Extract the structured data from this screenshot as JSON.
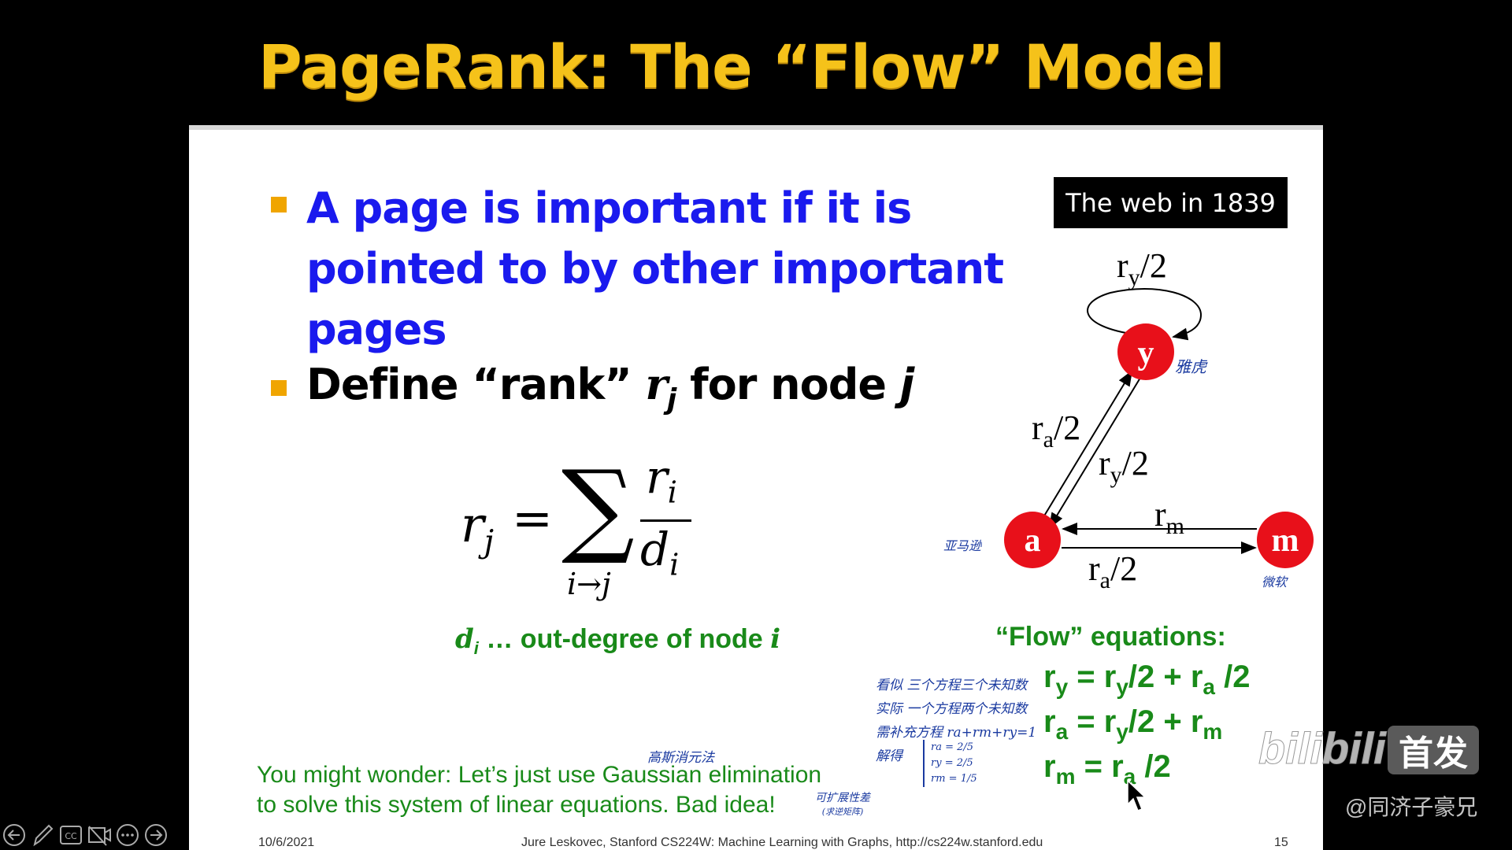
{
  "slide": {
    "title": "PageRank: The “Flow” Model",
    "bullets": [
      {
        "lines": [
          "A page is important if it is",
          "pointed to by other important",
          "pages"
        ]
      },
      {
        "prefix": "Define “rank” ",
        "var": "r",
        "sub": "j",
        "mid": " for node ",
        "var2": "j"
      }
    ],
    "formula": {
      "lhs": "r",
      "lhs_sub": "j",
      "sum_sub": "i→j",
      "num": "r",
      "num_sub": "i",
      "den": "d",
      "den_sub": "i"
    },
    "degree_note": {
      "var": "d",
      "sub": "i",
      "text": " … out-degree of node ",
      "var2": "i"
    },
    "web_box": "The web in 1839",
    "graph": {
      "nodes": [
        {
          "id": "y",
          "note": "雅虎"
        },
        {
          "id": "a",
          "note": "亚马逊"
        },
        {
          "id": "m",
          "note": "微软"
        }
      ],
      "edge_labels": {
        "self_y": [
          "r",
          "y",
          "/2"
        ],
        "a_to_y": [
          "r",
          "a",
          "/2"
        ],
        "y_to_a": [
          "r",
          "y",
          "/2"
        ],
        "m_to_a": [
          "r",
          "m",
          ""
        ],
        "a_to_m": [
          "r",
          "a",
          "/2"
        ]
      },
      "node_color": "#e8101a"
    },
    "equations_title": "“Flow” equations:",
    "equations": [
      {
        "lhs": "y",
        "rhs": [
          [
            "y",
            "/2 + "
          ],
          [
            "a",
            " /2"
          ]
        ]
      },
      {
        "lhs": "a",
        "rhs": [
          [
            "y",
            "/2 + "
          ],
          [
            "m",
            ""
          ]
        ]
      },
      {
        "lhs": "m",
        "rhs": [
          [
            "a",
            " /2"
          ]
        ]
      }
    ],
    "notes": [
      "看似 三个方程三个未知数",
      "实际 一个方程两个未知数",
      "需补充方程 ra+rm+ry=1",
      "解得"
    ],
    "solution": [
      "ra = 2/5",
      "ry = 2/5",
      "rm = 1/5"
    ],
    "gauss_note": "高斯消元法",
    "scal_note": [
      "可扩展性差",
      "(求逆矩阵)"
    ],
    "wonder": [
      "You might wonder: Let’s just use Gaussian elimination",
      "to solve this system of linear equations. Bad idea!"
    ],
    "footer": {
      "date": "10/6/2021",
      "credit": "Jure Leskovec, Stanford CS224W: Machine Learning with Graphs, http://cs224w.stanford.edu",
      "page": "15"
    }
  },
  "watermark": {
    "logo": "bilibili",
    "badge": "首发",
    "user": "@同济子豪兄"
  },
  "controls": [
    "previous-icon",
    "pen-icon",
    "captions-icon",
    "camera-off-icon",
    "more-icon",
    "next-icon"
  ],
  "colors": {
    "title": "#f5c21a",
    "blue": "#1a1aee",
    "green": "#198a19",
    "bullet": "#f0a500"
  }
}
